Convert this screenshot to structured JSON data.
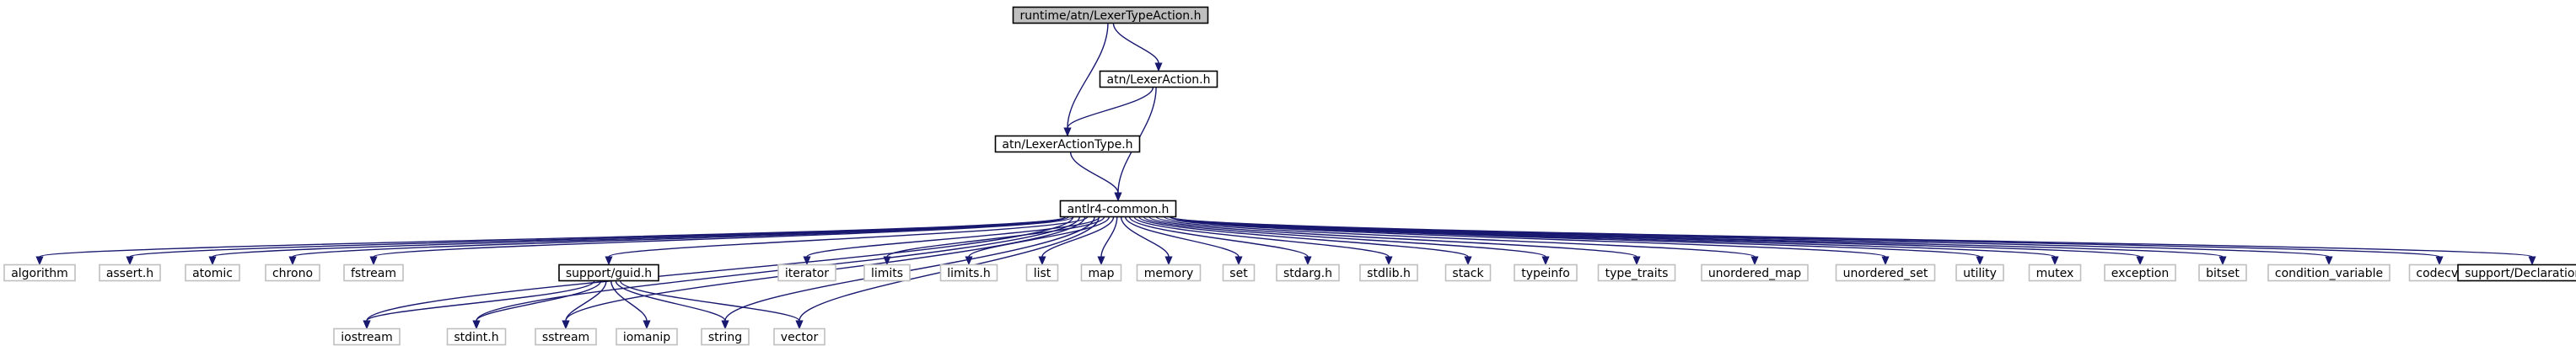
{
  "graph": {
    "root_label": "runtime/atn/LexerTypeAction.h",
    "colors": {
      "edge": "#191970",
      "root_fill": "#bfbfbf",
      "documented_border": "#000000",
      "external_border": "#bfbfbf"
    },
    "nodes": [
      {
        "id": "root",
        "label": "runtime/atn/LexerTypeAction.h",
        "kind": "root"
      },
      {
        "id": "lexeraction",
        "label": "atn/LexerAction.h",
        "kind": "documented"
      },
      {
        "id": "lexeractiontype",
        "label": "atn/LexerActionType.h",
        "kind": "documented"
      },
      {
        "id": "common",
        "label": "antlr4-common.h",
        "kind": "documented"
      },
      {
        "id": "algorithm",
        "label": "algorithm",
        "kind": "external"
      },
      {
        "id": "assert",
        "label": "assert.h",
        "kind": "external"
      },
      {
        "id": "atomic",
        "label": "atomic",
        "kind": "external"
      },
      {
        "id": "chrono",
        "label": "chrono",
        "kind": "external"
      },
      {
        "id": "fstream",
        "label": "fstream",
        "kind": "external"
      },
      {
        "id": "guid",
        "label": "support/guid.h",
        "kind": "documented"
      },
      {
        "id": "iterator",
        "label": "iterator",
        "kind": "external"
      },
      {
        "id": "limits",
        "label": "limits",
        "kind": "external"
      },
      {
        "id": "limitsh",
        "label": "limits.h",
        "kind": "external"
      },
      {
        "id": "list",
        "label": "list",
        "kind": "external"
      },
      {
        "id": "map",
        "label": "map",
        "kind": "external"
      },
      {
        "id": "memory",
        "label": "memory",
        "kind": "external"
      },
      {
        "id": "set",
        "label": "set",
        "kind": "external"
      },
      {
        "id": "stdarg",
        "label": "stdarg.h",
        "kind": "external"
      },
      {
        "id": "stdlib",
        "label": "stdlib.h",
        "kind": "external"
      },
      {
        "id": "stack",
        "label": "stack",
        "kind": "external"
      },
      {
        "id": "typeinfo",
        "label": "typeinfo",
        "kind": "external"
      },
      {
        "id": "type_traits",
        "label": "type_traits",
        "kind": "external"
      },
      {
        "id": "unordered_map",
        "label": "unordered_map",
        "kind": "external"
      },
      {
        "id": "unordered_set",
        "label": "unordered_set",
        "kind": "external"
      },
      {
        "id": "utility",
        "label": "utility",
        "kind": "external"
      },
      {
        "id": "mutex",
        "label": "mutex",
        "kind": "external"
      },
      {
        "id": "exception",
        "label": "exception",
        "kind": "external"
      },
      {
        "id": "bitset",
        "label": "bitset",
        "kind": "external"
      },
      {
        "id": "condition_variable",
        "label": "condition_variable",
        "kind": "external"
      },
      {
        "id": "codecvt",
        "label": "codecvt",
        "kind": "external"
      },
      {
        "id": "declarations",
        "label": "support/Declarations.h",
        "kind": "documented"
      },
      {
        "id": "iostream",
        "label": "iostream",
        "kind": "external"
      },
      {
        "id": "stdint",
        "label": "stdint.h",
        "kind": "external"
      },
      {
        "id": "sstream",
        "label": "sstream",
        "kind": "external"
      },
      {
        "id": "iomanip",
        "label": "iomanip",
        "kind": "external"
      },
      {
        "id": "string",
        "label": "string",
        "kind": "external"
      },
      {
        "id": "vector",
        "label": "vector",
        "kind": "external"
      }
    ],
    "edges": [
      {
        "from": "root",
        "to": "lexeraction"
      },
      {
        "from": "root",
        "to": "lexeractiontype"
      },
      {
        "from": "lexeraction",
        "to": "lexeractiontype"
      },
      {
        "from": "lexeraction",
        "to": "common"
      },
      {
        "from": "lexeractiontype",
        "to": "common"
      },
      {
        "from": "common",
        "to": "algorithm"
      },
      {
        "from": "common",
        "to": "assert"
      },
      {
        "from": "common",
        "to": "atomic"
      },
      {
        "from": "common",
        "to": "chrono"
      },
      {
        "from": "common",
        "to": "fstream"
      },
      {
        "from": "common",
        "to": "iostream"
      },
      {
        "from": "common",
        "to": "stdint"
      },
      {
        "from": "common",
        "to": "sstream"
      },
      {
        "from": "common",
        "to": "guid"
      },
      {
        "from": "common",
        "to": "string"
      },
      {
        "from": "common",
        "to": "vector"
      },
      {
        "from": "common",
        "to": "iterator"
      },
      {
        "from": "common",
        "to": "limits"
      },
      {
        "from": "common",
        "to": "limitsh"
      },
      {
        "from": "common",
        "to": "list"
      },
      {
        "from": "common",
        "to": "map"
      },
      {
        "from": "common",
        "to": "memory"
      },
      {
        "from": "common",
        "to": "set"
      },
      {
        "from": "common",
        "to": "stdarg"
      },
      {
        "from": "common",
        "to": "stdlib"
      },
      {
        "from": "common",
        "to": "stack"
      },
      {
        "from": "common",
        "to": "typeinfo"
      },
      {
        "from": "common",
        "to": "type_traits"
      },
      {
        "from": "common",
        "to": "unordered_map"
      },
      {
        "from": "common",
        "to": "unordered_set"
      },
      {
        "from": "common",
        "to": "utility"
      },
      {
        "from": "common",
        "to": "mutex"
      },
      {
        "from": "common",
        "to": "exception"
      },
      {
        "from": "common",
        "to": "bitset"
      },
      {
        "from": "common",
        "to": "condition_variable"
      },
      {
        "from": "common",
        "to": "codecvt"
      },
      {
        "from": "common",
        "to": "declarations"
      },
      {
        "from": "guid",
        "to": "iostream"
      },
      {
        "from": "guid",
        "to": "stdint"
      },
      {
        "from": "guid",
        "to": "sstream"
      },
      {
        "from": "guid",
        "to": "iomanip"
      },
      {
        "from": "guid",
        "to": "string"
      },
      {
        "from": "guid",
        "to": "vector"
      }
    ]
  }
}
